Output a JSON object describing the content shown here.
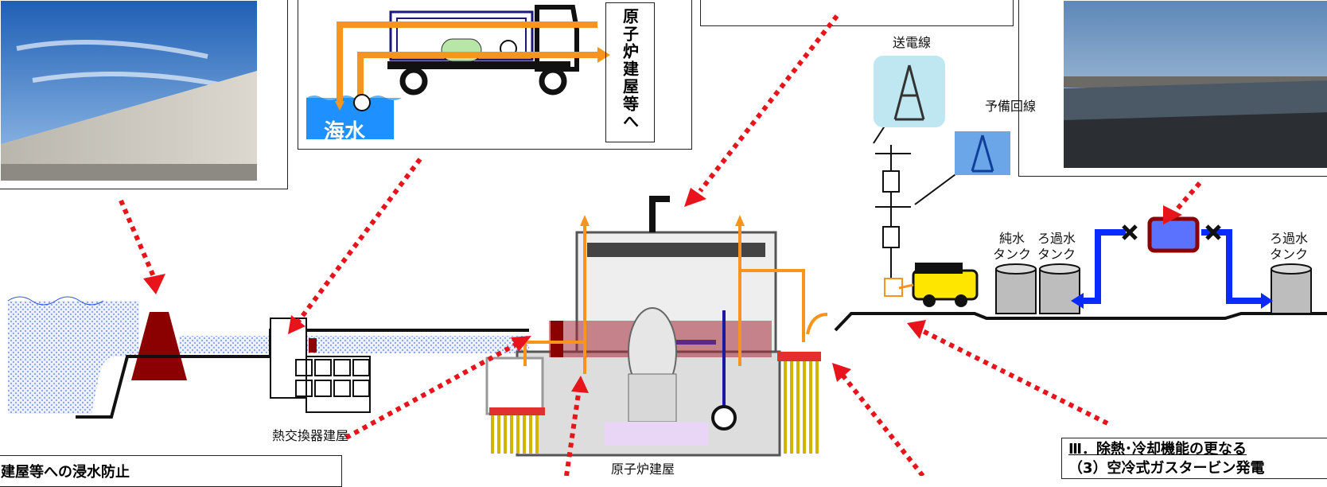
{
  "labels": {
    "transmission_line": "送電線",
    "backup_line": "予備回線",
    "pure_water_tank": [
      "純水",
      "タンク"
    ],
    "filtered_water_tank_1": [
      "ろ過水",
      "タンク"
    ],
    "filtered_water_tank_2": [
      "ろ過水",
      "タンク"
    ],
    "heat_exchanger_building": "熱交換器建屋",
    "reactor_building": "原子炉建屋",
    "seawater": "海水",
    "to_reactor_building": "原子炉建屋等へ"
  },
  "captions": {
    "bottom_left": "建屋等への浸水防止",
    "bottom_right_line1": "Ⅲ．除熱･冷却機能の更なる",
    "bottom_right_line2": "（3）空冷式ガスタービン発電"
  },
  "colors": {
    "arrow_red": "#e8141c",
    "pipe_orange": "#f7941d",
    "water_blue": "#0a2bff",
    "wall_maroon": "#8b0000",
    "building_highlight": "#a52a3a"
  }
}
